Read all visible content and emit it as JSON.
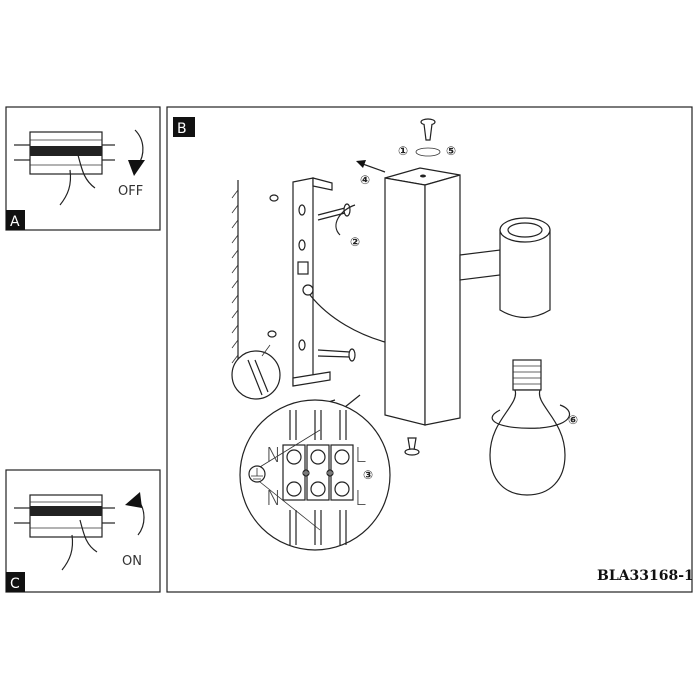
{
  "panels": {
    "a": {
      "label": "A",
      "switch_state": "OFF"
    },
    "b": {
      "label": "B",
      "model_code": "BLA33168-1"
    },
    "c": {
      "label": "C",
      "switch_state": "ON"
    }
  },
  "steps": {
    "s1": "①",
    "s2": "②",
    "s3": "③",
    "s4": "④",
    "s5": "⑤",
    "s6": "⑥"
  },
  "wiring": {
    "neutral_top": "N",
    "neutral_bottom": "N",
    "live_top": "L",
    "live_bottom": "L"
  }
}
